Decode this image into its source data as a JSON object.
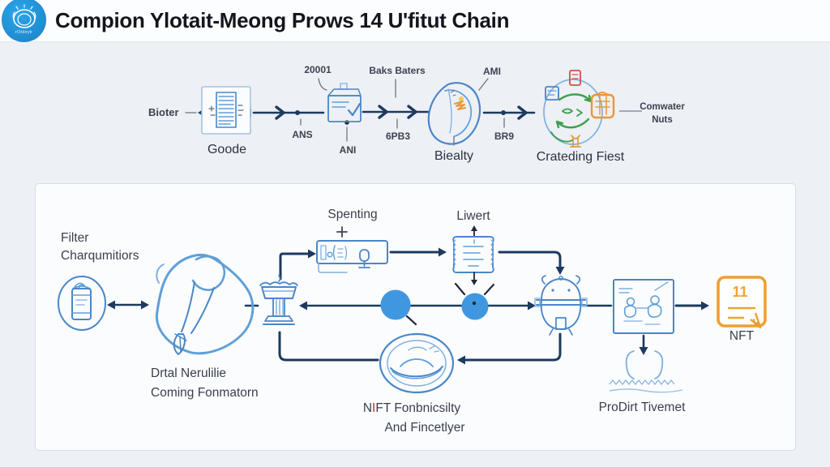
{
  "header": {
    "title": "Compion Ylotait-Meong Prows 14 U'fitut Chain",
    "logo_text": "rOtdeyk"
  },
  "top_flow": {
    "source_label": "Bioter",
    "goode": "Goode",
    "num_20001": "20001",
    "ans": "ANS",
    "ani": "ANI",
    "baks_baters": "Baks Baters",
    "pb6": "6PB3",
    "ami": "AMI",
    "biealty": "Biealty",
    "br9": "BR9",
    "crateding_fiest": "Crateding Fiest",
    "comwater_line1": "Comwater",
    "comwater_line2": "Nuts"
  },
  "panel": {
    "filter_line1": "Filter",
    "filter_line2": "Charqumitiors",
    "spenting": "Spenting",
    "liwert": "Liwert",
    "hand_line1": "Drtal Nerulilie",
    "hand_line2": "Coming Fonmatorn",
    "nift_n": "N",
    "nift_i": "I",
    "nift_rest": "FT Fonbnicsilty",
    "nift_line2": "And Fincetlyer",
    "prodirt": "ProDirt Tivemet",
    "nft_caption": "NFT",
    "nft_number": "11"
  },
  "colors": {
    "navy": "#1c3a5e",
    "blue": "#4a86c8",
    "blue-fill": "#3f97e0",
    "orange": "#f09f2e",
    "green": "#3f9e4f",
    "red": "#d05048",
    "logo-blue": "#1f8fd6"
  }
}
